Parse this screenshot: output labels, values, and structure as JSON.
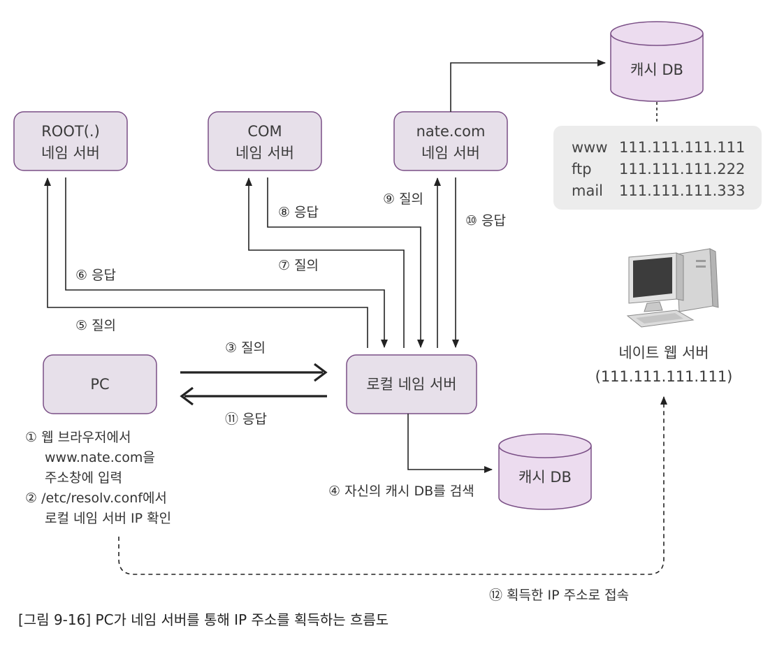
{
  "colors": {
    "node_fill": "#e7e0ea",
    "node_stroke": "#7a4f86",
    "db_fill": "#ecdcef",
    "record_bg": "#ececec",
    "line": "#222222"
  },
  "nodes": {
    "root": {
      "line1": "ROOT(.)",
      "line2": "네임 서버"
    },
    "com": {
      "line1": "COM",
      "line2": "네임 서버"
    },
    "nate": {
      "line1": "nate.com",
      "line2": "네임 서버"
    },
    "pc": {
      "label": "PC"
    },
    "local": {
      "label": "로컬 네임 서버"
    },
    "cache_top": {
      "label": "캐시 DB"
    },
    "cache_local": {
      "label": "캐시 DB"
    },
    "web_server": {
      "line1": "네이트 웹 서버",
      "line2": "(111.111.111.111)"
    }
  },
  "records": [
    {
      "name": "www",
      "ip": "111.111.111.111"
    },
    {
      "name": "ftp",
      "ip": "111.111.111.222"
    },
    {
      "name": "mail",
      "ip": "111.111.111.333"
    }
  ],
  "steps": {
    "s1": {
      "line1": "① 웹 브라우저에서",
      "line2": "www.nate.com을",
      "line3": "주소창에 입력"
    },
    "s2": {
      "line1": "② /etc/resolv.conf에서",
      "line2": "로컬 네임 서버 IP 확인"
    },
    "s3": "③ 질의",
    "s4": "④ 자신의 캐시 DB를 검색",
    "s5": "⑤ 질의",
    "s6": "⑥ 응답",
    "s7": "⑦ 질의",
    "s8": "⑧ 응답",
    "s9": "⑨ 질의",
    "s10": "⑩ 응답",
    "s11": "⑪ 응답",
    "s12": "⑫ 획득한 IP 주소로 접속"
  },
  "caption": "[그림 9-16] PC가 네임 서버를 통해 IP 주소를 획득하는 흐름도"
}
